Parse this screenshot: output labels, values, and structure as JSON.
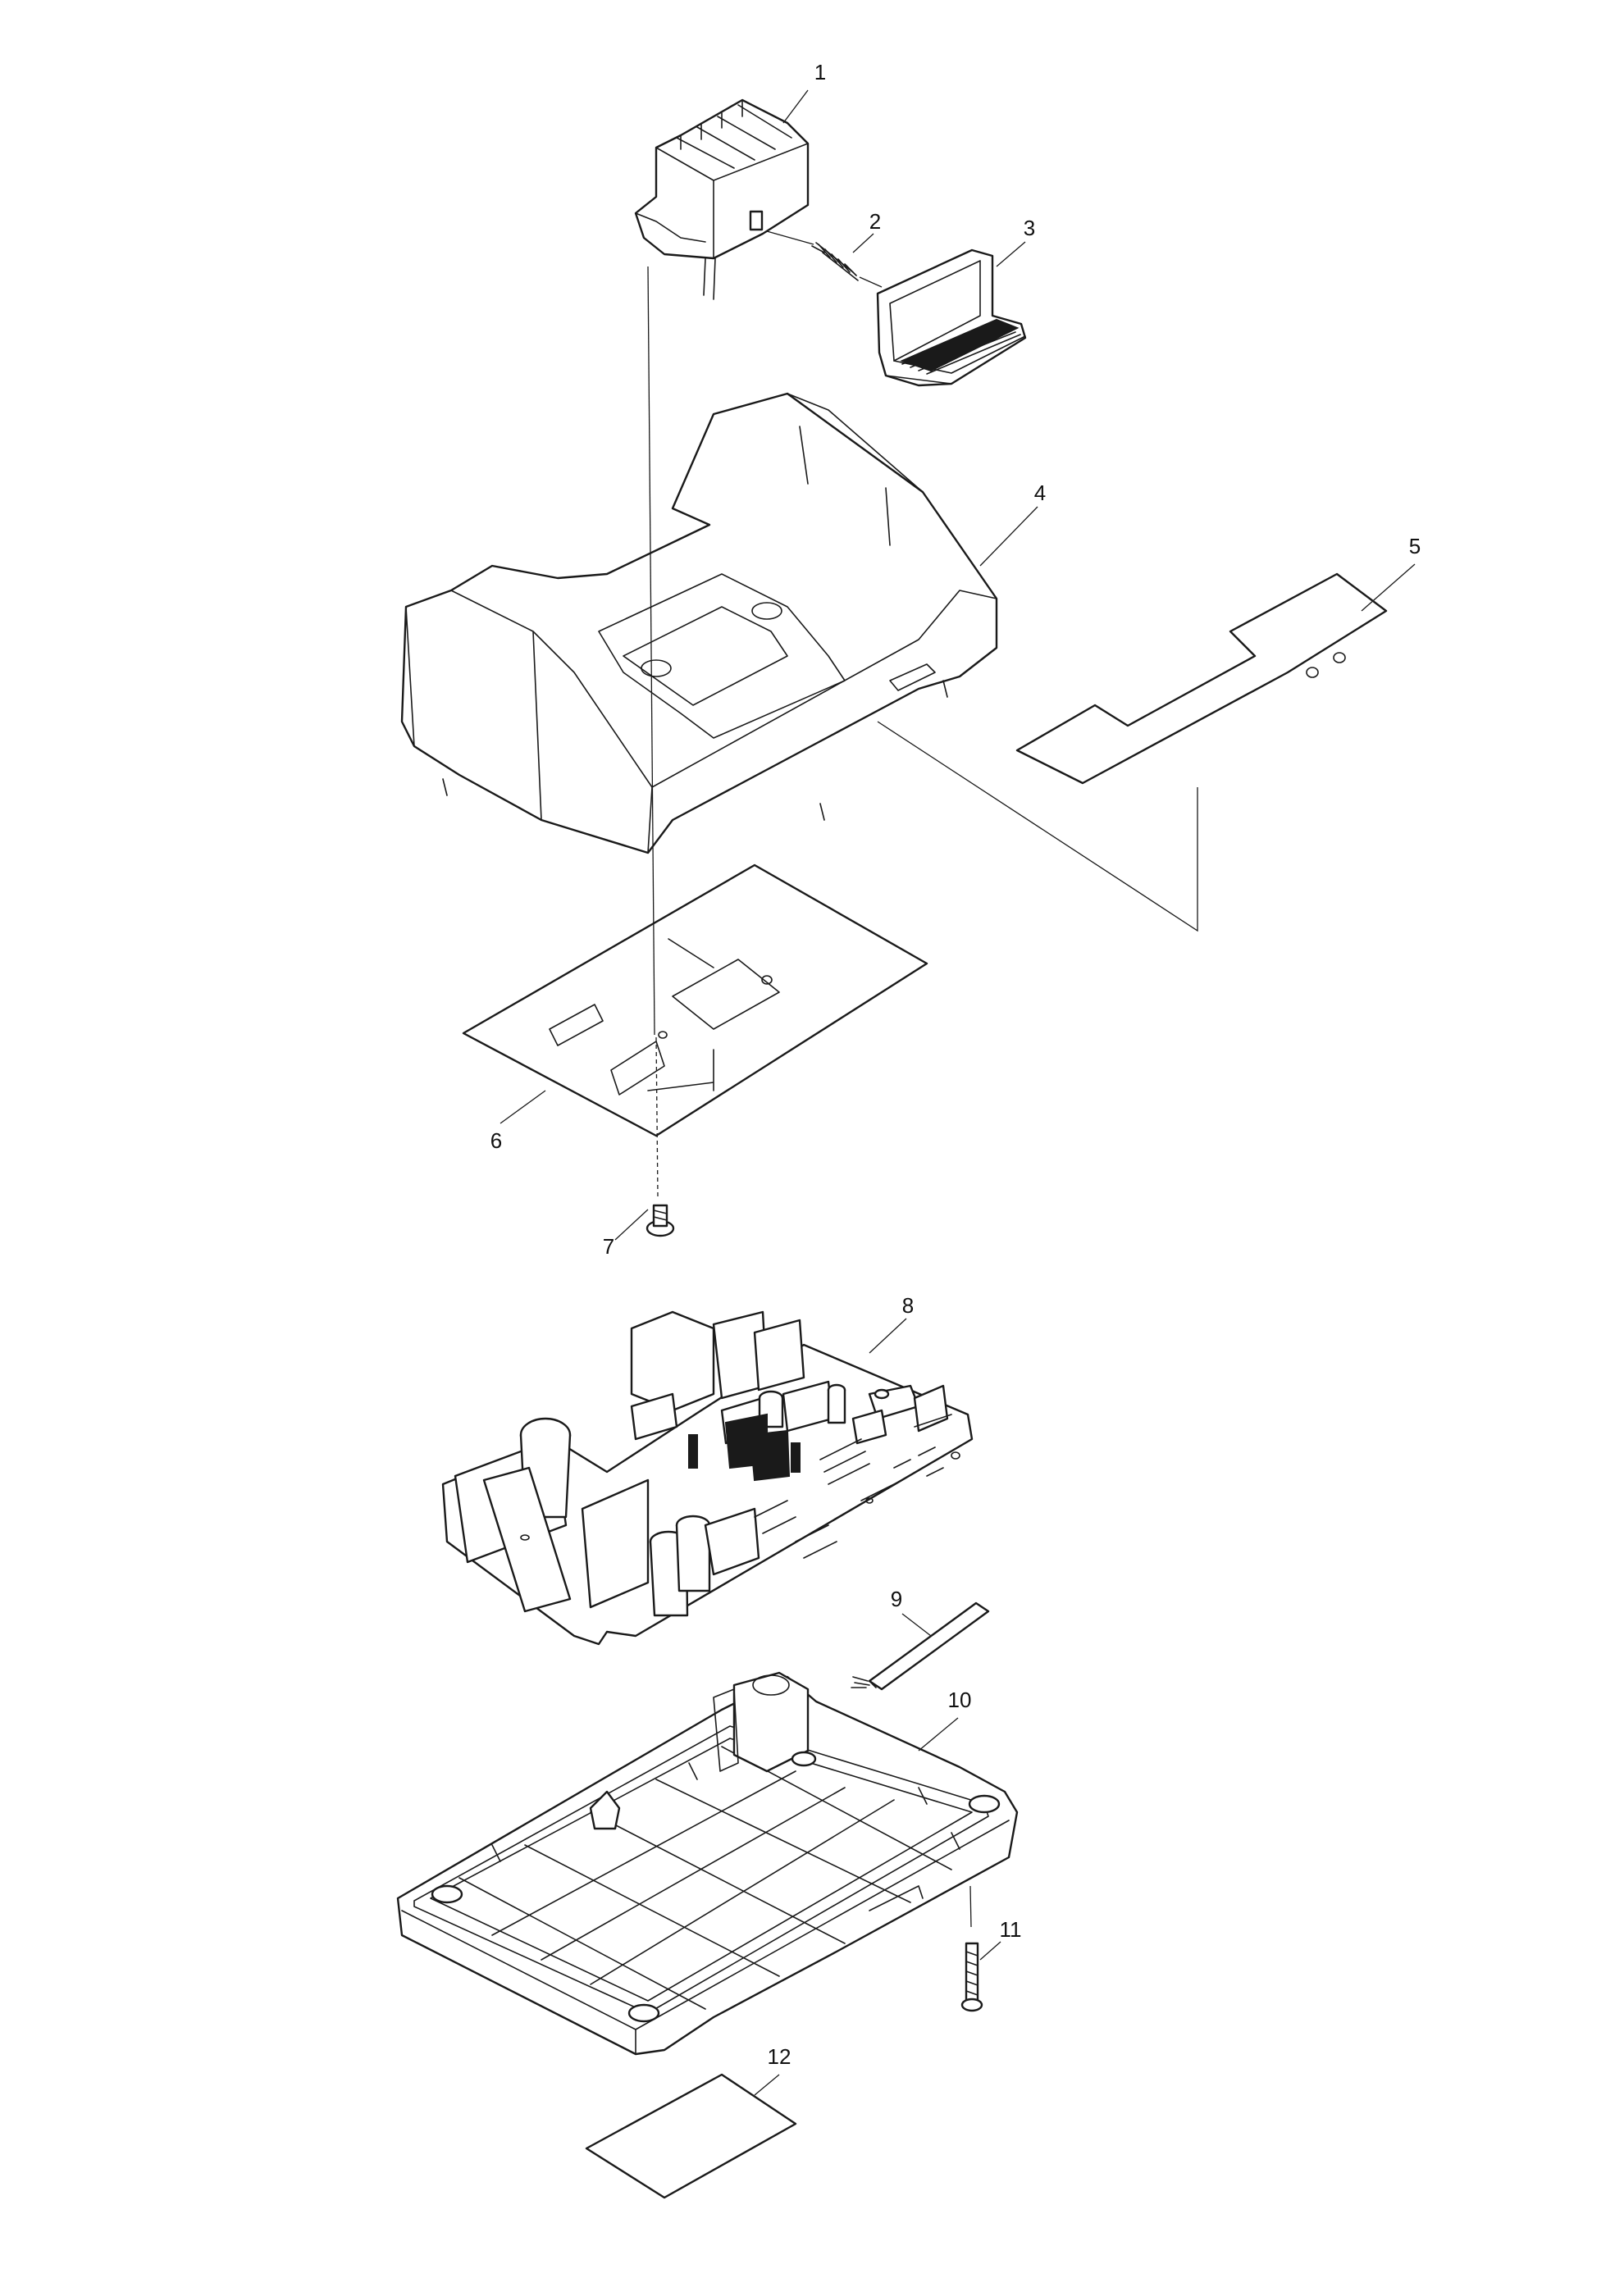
{
  "diagram": {
    "callouts": [
      {
        "id": "1",
        "label": "1"
      },
      {
        "id": "2",
        "label": "2"
      },
      {
        "id": "3",
        "label": "3"
      },
      {
        "id": "4",
        "label": "4"
      },
      {
        "id": "5",
        "label": "5"
      },
      {
        "id": "6",
        "label": "6"
      },
      {
        "id": "7",
        "label": "7"
      },
      {
        "id": "8",
        "label": "8"
      },
      {
        "id": "9",
        "label": "9"
      },
      {
        "id": "10",
        "label": "10"
      },
      {
        "id": "11",
        "label": "11"
      },
      {
        "id": "12",
        "label": "12"
      }
    ]
  },
  "colors": {
    "ink": "#1a1a1a",
    "background": "#ffffff"
  }
}
